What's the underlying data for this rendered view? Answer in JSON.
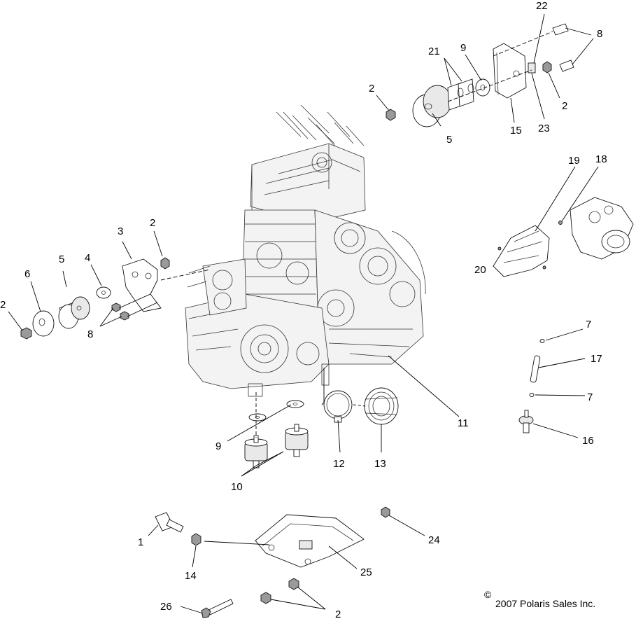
{
  "callouts": {
    "c1": "1",
    "c2a": "2",
    "c2b": "2",
    "c2c": "2",
    "c2d": "2",
    "c2e": "2",
    "c3": "3",
    "c5a": "5",
    "c5b": "5",
    "c6": "6",
    "c4": "4",
    "c7a": "7",
    "c7b": "7",
    "c8a": "8",
    "c8b": "8",
    "c9a": "9",
    "c9b": "9",
    "c10": "10",
    "c11": "11",
    "c12": "12",
    "c13": "13",
    "c14": "14",
    "c15": "15",
    "c16": "16",
    "c17": "17",
    "c18": "18",
    "c19": "19",
    "c20": "20",
    "c21": "21",
    "c22": "22",
    "c23": "23",
    "c24": "24",
    "c25": "25",
    "c26": "26"
  },
  "copyright": {
    "symbol": "©",
    "text": "2007 Polaris Sales Inc."
  }
}
